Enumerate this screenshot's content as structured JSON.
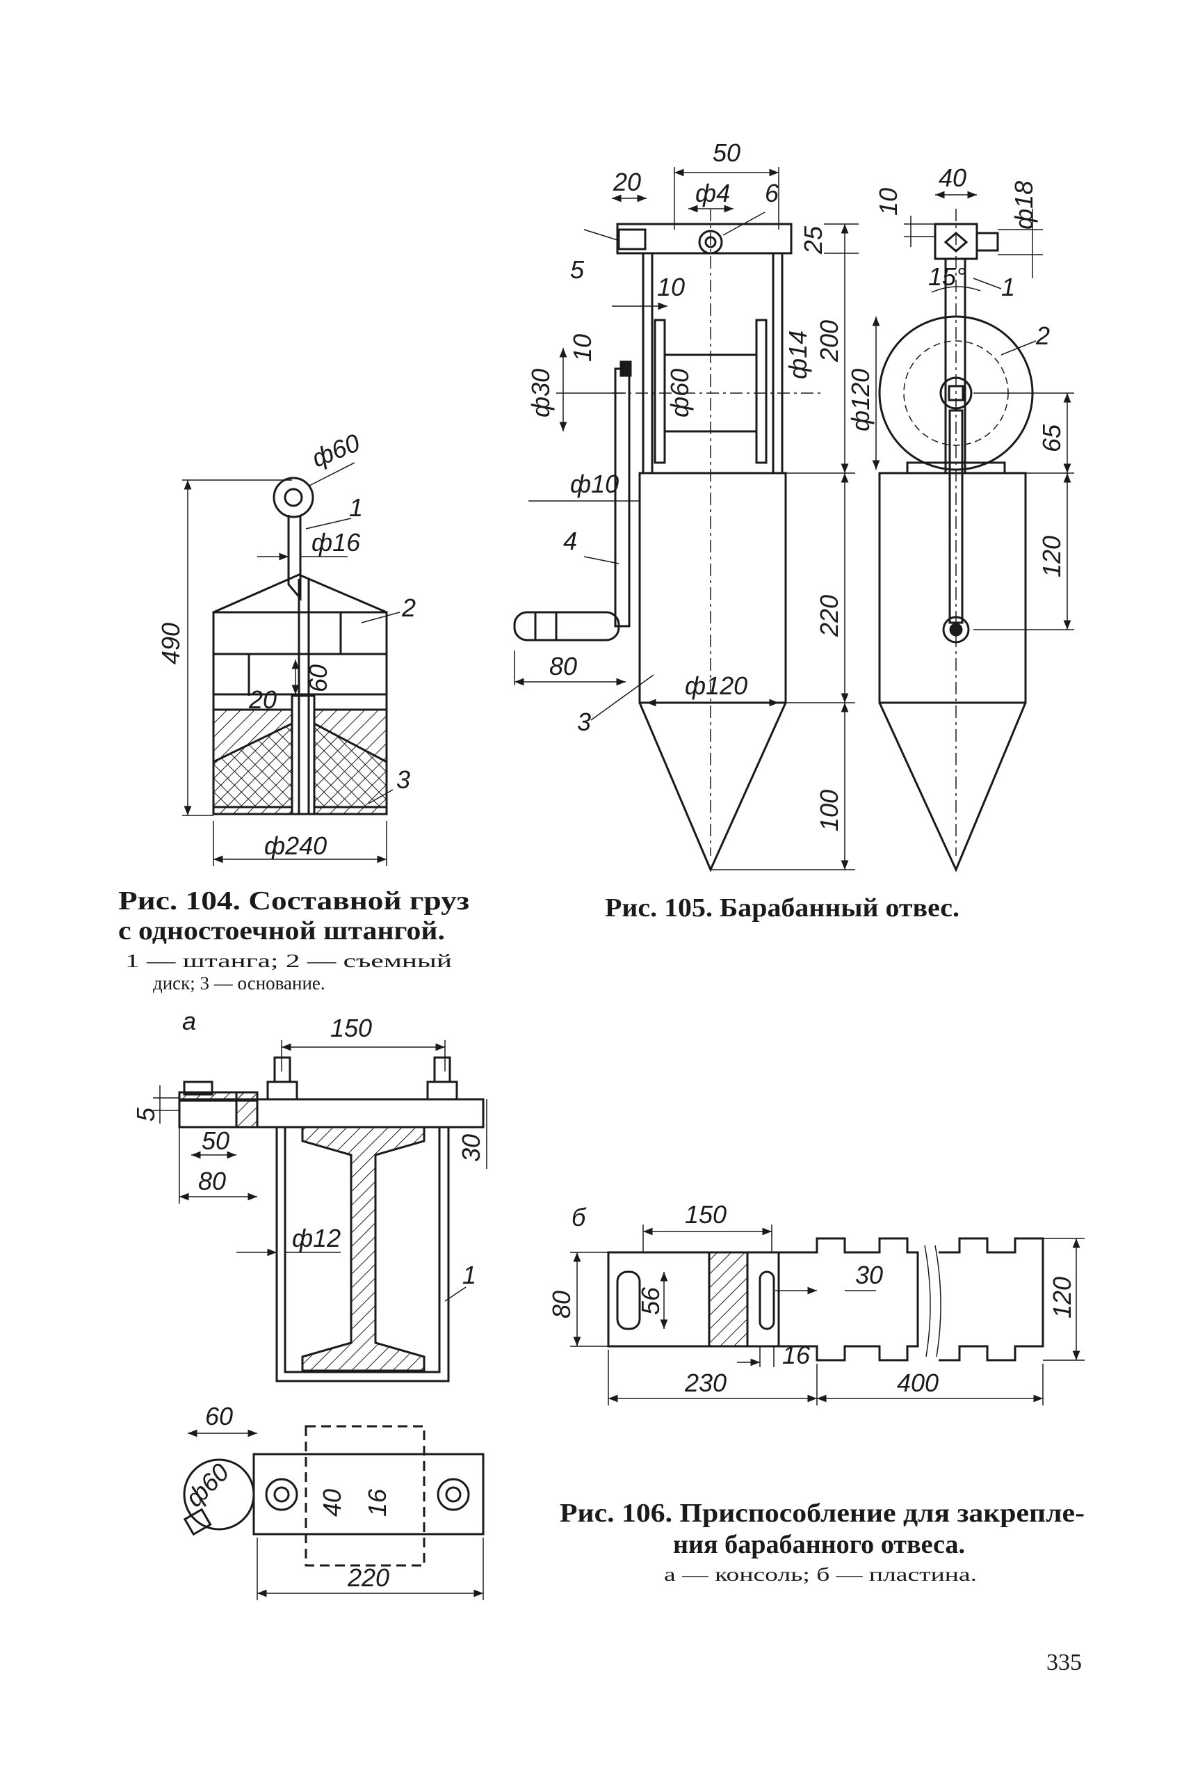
{
  "page_number": "335",
  "fig104": {
    "caption_line1": "Рис. 104. Составной груз",
    "caption_line2": "с одностоечной штангой.",
    "legend_line1": "1 — штанга; 2 — съемный",
    "legend_line2": "диск; 3 — основание.",
    "dims": {
      "d_ring": "ф60",
      "d_rod": "ф16",
      "height": "490",
      "h60": "60",
      "w20": "20",
      "d_base": "ф240"
    },
    "labels": {
      "p1": "1",
      "p2": "2",
      "p3": "3"
    }
  },
  "fig105": {
    "caption": "Рис. 105. Барабанный отвес.",
    "dims": {
      "w50": "50",
      "w20": "20",
      "d4": "ф4",
      "h25": "25",
      "h200": "200",
      "w10": "10",
      "h10": "10",
      "d30": "ф30",
      "d60": "ф60",
      "d14": "ф14",
      "d10": "ф10",
      "w80": "80",
      "d120": "ф120",
      "h220": "220",
      "h100": "100",
      "w40": "40",
      "d18": "ф18",
      "h10b": "10",
      "ang15": "15°",
      "d120b": "ф120",
      "h65": "65",
      "h120": "120"
    },
    "labels": {
      "p1": "1",
      "p2": "2",
      "p3": "3",
      "p4": "4",
      "p5": "5",
      "p6": "6"
    }
  },
  "fig106": {
    "caption_line1": "Рис. 106. Приспособление для закрепле-",
    "caption_line2": "ния барабанного отвеса.",
    "legend": "а — консоль; б — пластина.",
    "part_a": "а",
    "part_b": "б",
    "dims_a": {
      "w150": "150",
      "h5": "5",
      "w50": "50",
      "w80": "80",
      "h30": "30",
      "d12": "ф12",
      "w60": "60",
      "d60": "ф60",
      "h40": "40",
      "h16": "16",
      "w220": "220"
    },
    "dims_b": {
      "w150": "150",
      "h80": "80",
      "h56": "56",
      "w30": "30",
      "h120": "120",
      "w16": "16",
      "w230": "230",
      "w400": "400"
    },
    "labels": {
      "p1": "1"
    }
  }
}
